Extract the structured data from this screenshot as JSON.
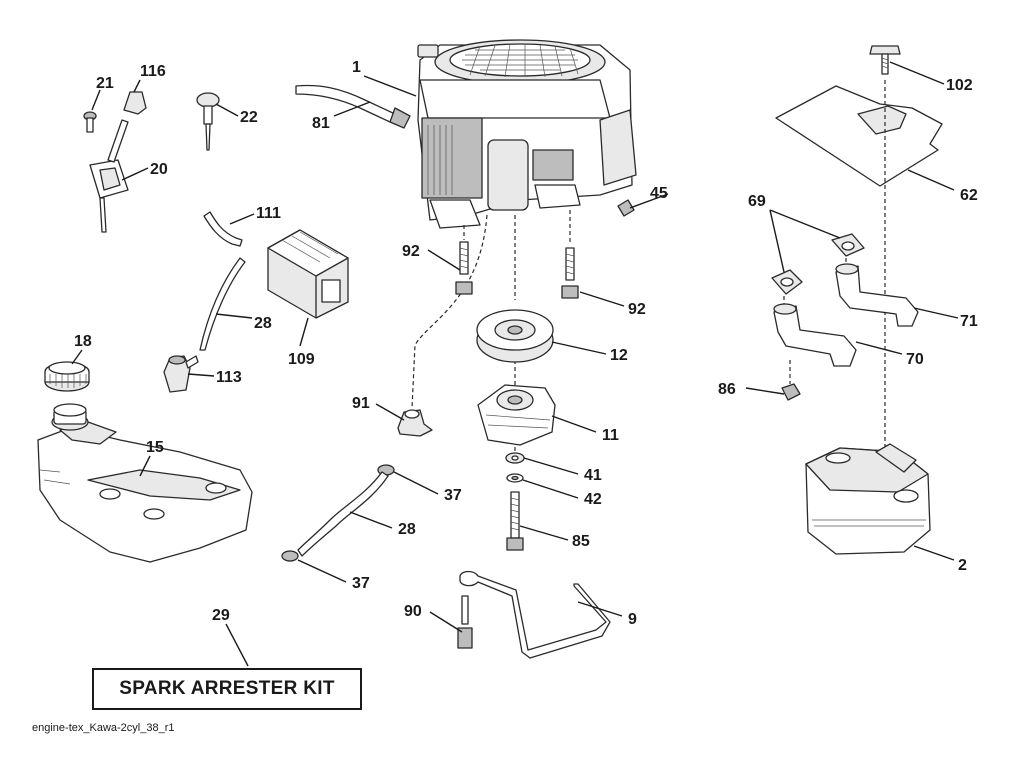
{
  "caption": "engine-tex_Kawa-2cyl_38_r1",
  "kit_label": "SPARK ARRESTER KIT",
  "callouts": {
    "c1": "1",
    "c2": "2",
    "c9": "9",
    "c11": "11",
    "c12": "12",
    "c15": "15",
    "c18": "18",
    "c20": "20",
    "c21": "21",
    "c22": "22",
    "c28a": "28",
    "c28b": "28",
    "c29": "29",
    "c37a": "37",
    "c37b": "37",
    "c41": "41",
    "c42": "42",
    "c45": "45",
    "c62": "62",
    "c69": "69",
    "c70": "70",
    "c71": "71",
    "c81": "81",
    "c85": "85",
    "c86": "86",
    "c90": "90",
    "c91": "91",
    "c92a": "92",
    "c92b": "92",
    "c102": "102",
    "c109": "109",
    "c111": "111",
    "c113": "113",
    "c116": "116"
  }
}
